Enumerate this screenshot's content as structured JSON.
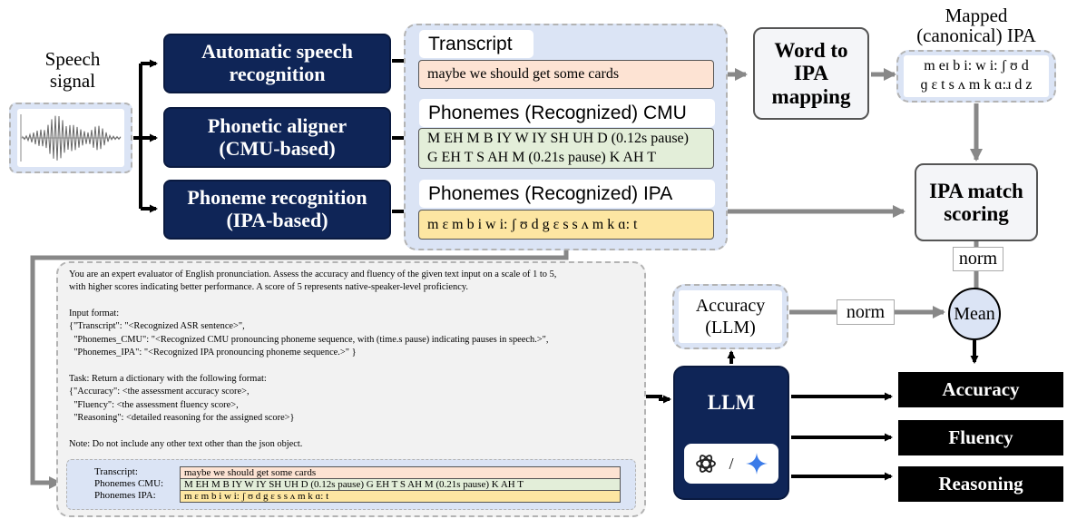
{
  "speech_signal": {
    "label_line1": "Speech",
    "label_line2": "signal"
  },
  "models": {
    "asr": {
      "line1": "Automatic speech",
      "line2": "recognition"
    },
    "aligner": {
      "line1": "Phonetic aligner",
      "line2": "(CMU-based)"
    },
    "phoneme_rec": {
      "line1": "Phoneme recognition",
      "line2": "(IPA-based)"
    }
  },
  "outputs_panel": {
    "transcript": {
      "title": "Transcript",
      "value": "maybe we should get some cards"
    },
    "cmu": {
      "title": "Phonemes (Recognized) CMU",
      "line1": "M EH M B IY W IY SH UH D (0.12s pause)",
      "line2": "G EH T S AH M (0.21s pause) K AH T"
    },
    "ipa": {
      "title": "Phonemes (Recognized) IPA",
      "value": "m ɛ m b i w i: ʃ ʊ d g ɛ s s ʌ m k ɑ: t"
    }
  },
  "word_to_ipa": {
    "line1": "Word to",
    "line2": "IPA",
    "line3": "mapping"
  },
  "mapped_ipa": {
    "title_line1": "Mapped",
    "title_line2": "(canonical) IPA",
    "line1": "m eɪ b i: w i: ʃ ʊ d",
    "line2": "ɡ ɛ t s ʌ m k ɑ:ɹ d z"
  },
  "ipa_match": {
    "line1": "IPA match",
    "line2": "scoring"
  },
  "norm_labels": {
    "top": "norm",
    "middle": "norm"
  },
  "mean": {
    "label": "Mean"
  },
  "accuracy_llm": {
    "line1": "Accuracy",
    "line2": "(LLM)"
  },
  "llm": {
    "label": "LLM",
    "separator": "/"
  },
  "final_outputs": {
    "accuracy": "Accuracy",
    "fluency": "Fluency",
    "reasoning": "Reasoning"
  },
  "prompt": {
    "text": "You are an expert evaluator of English pronunciation. Assess the accuracy and fluency of the given text input on a scale of 1 to 5,\nwith higher scores indicating better performance. A score of 5 represents native-speaker-level proficiency.\n\nInput format:\n{\"Transcript\": \"<Recognized ASR sentence>\",\n  \"Phonemes_CMU\": \"<Recognized CMU pronouncing phoneme sequence, with (time.s pause) indicating pauses in speech.>\",\n  \"Phonemes_IPA\": \"<Recognized IPA pronouncing phoneme sequence.>\" }\n\nTask: Return a dictionary with the following format:\n{\"Accuracy\": <the assessment accuracy score>,\n  \"Fluency\": <the assessment fluency score>,\n  \"Reasoning\": <detailed reasoning for the assigned score>}\n\nNote: Do not include any other text other than the json object.\n\nInput:",
    "input_rows": [
      {
        "label": "Transcript:",
        "value": "maybe we should get some cards"
      },
      {
        "label": "Phonemes CMU:",
        "value": "M EH M B IY W IY SH UH D (0.12s pause) G EH T S AH M (0.21s pause) K AH T"
      },
      {
        "label": "Phonemes IPA:",
        "value": "m ɛ m b i w i: ʃ ʊ d g ɛ s s ʌ m k ɑ: t"
      }
    ]
  },
  "colors": {
    "navy": "#0f2557",
    "panel_blue": "#dbe4f5",
    "panel_gray": "#f2f2f2",
    "arrow_gray": "#888888",
    "peach": "#fde3d3",
    "green": "#e3eed9",
    "yellow": "#fde6a2",
    "gemini_blue": "#3b7be8"
  }
}
